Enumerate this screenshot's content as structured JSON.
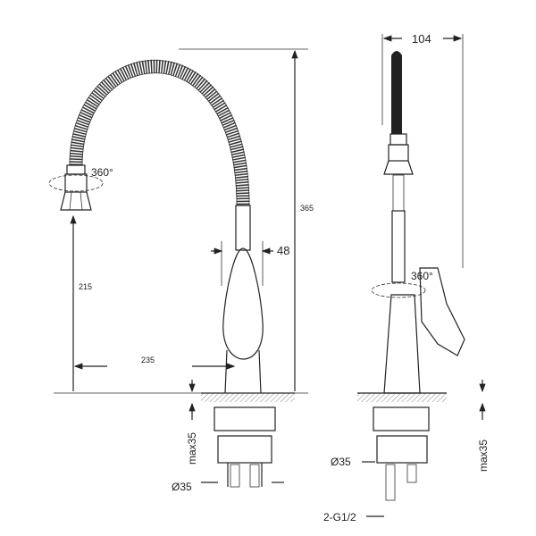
{
  "drawing": {
    "side_view": {
      "rotation_label": "360°",
      "height_total": "365",
      "spout_height": "215",
      "reach": "235",
      "body_width": "48",
      "max_thickness": "max35",
      "hole_diameter": "Ø35"
    },
    "front_view": {
      "width": "104",
      "rotation_label": "360°",
      "hole_diameter": "Ø35",
      "max_thickness": "max35",
      "connection": "2-G1/2"
    },
    "colors": {
      "line": "#222222",
      "hatch": "#888888"
    }
  }
}
